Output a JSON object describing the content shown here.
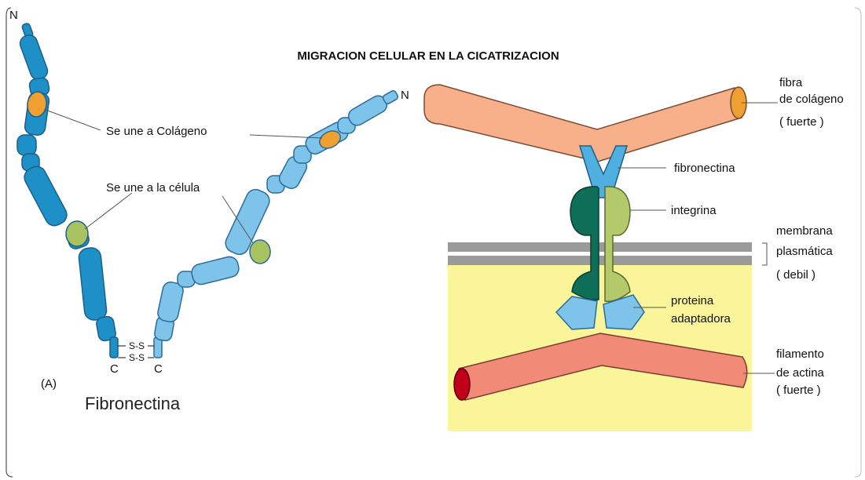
{
  "title": "MIGRACION CELULAR EN LA CICATRIZACION",
  "left_panel": {
    "caption": "Fibronectina",
    "panel_letter": "(A)",
    "n_terminal": "N",
    "c_terminal": "C",
    "disulfide": "S-S",
    "label_collagen": "Se une a Colágeno",
    "label_cell": "Se une a la célula"
  },
  "right_panel": {
    "collagen_fiber": [
      "fibra",
      "de colágeno",
      "( fuerte )"
    ],
    "fibronectin": "fibronectina",
    "integrin": "integrina",
    "membrane": [
      "membrana",
      "plasmática",
      "( debil )"
    ],
    "adapter": [
      "proteina",
      "adaptadora"
    ],
    "actin": [
      "filamento",
      "de actina",
      "( fuerte )"
    ]
  },
  "colors": {
    "strand_dark": "#1e90c8",
    "strand_light": "#7ec3ea",
    "collagen_site": "#f0a030",
    "cell_site": "#a8c460",
    "collagen_fiber": "#f8b08a",
    "actin_fiber": "#f28a78",
    "actin_end": "#c00018",
    "integrin_dark": "#0f6e58",
    "integrin_light": "#b4ca6a",
    "cytoplasm": "#fbf59a",
    "membrane": "#9a9a9a"
  }
}
